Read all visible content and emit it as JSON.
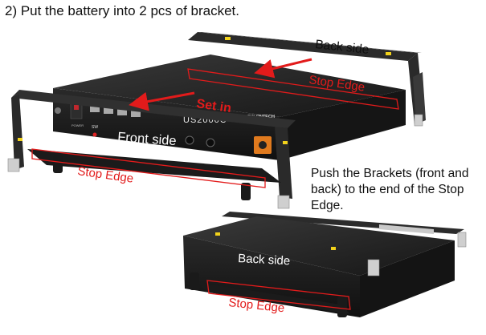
{
  "step": {
    "title": "2)   Put the battery into 2 pcs of bracket."
  },
  "top_figure": {
    "back_side_label": "Back side",
    "stop_edge_back_label": "Stop Edge",
    "set_in_label": "Set in",
    "front_side_label": "Front side",
    "stop_edge_front_label": "Stop Edge",
    "model_text": "US2000C",
    "brand_text": "PYLONTECH",
    "switch_label": "SW",
    "power_label": "POWER"
  },
  "instruction": {
    "line1": "Push the Brackets (front and",
    "line2": "back) to the end of  the Stop",
    "line3": "Edge."
  },
  "bottom_figure": {
    "back_side_label": "Back side",
    "stop_edge_label": "Stop Edge"
  },
  "colors": {
    "annotation_red": "#e21b1b",
    "battery_body": "#1c1c1c",
    "bracket_yellow": "#f2d21b",
    "terminal_orange": "#e07a1e"
  }
}
